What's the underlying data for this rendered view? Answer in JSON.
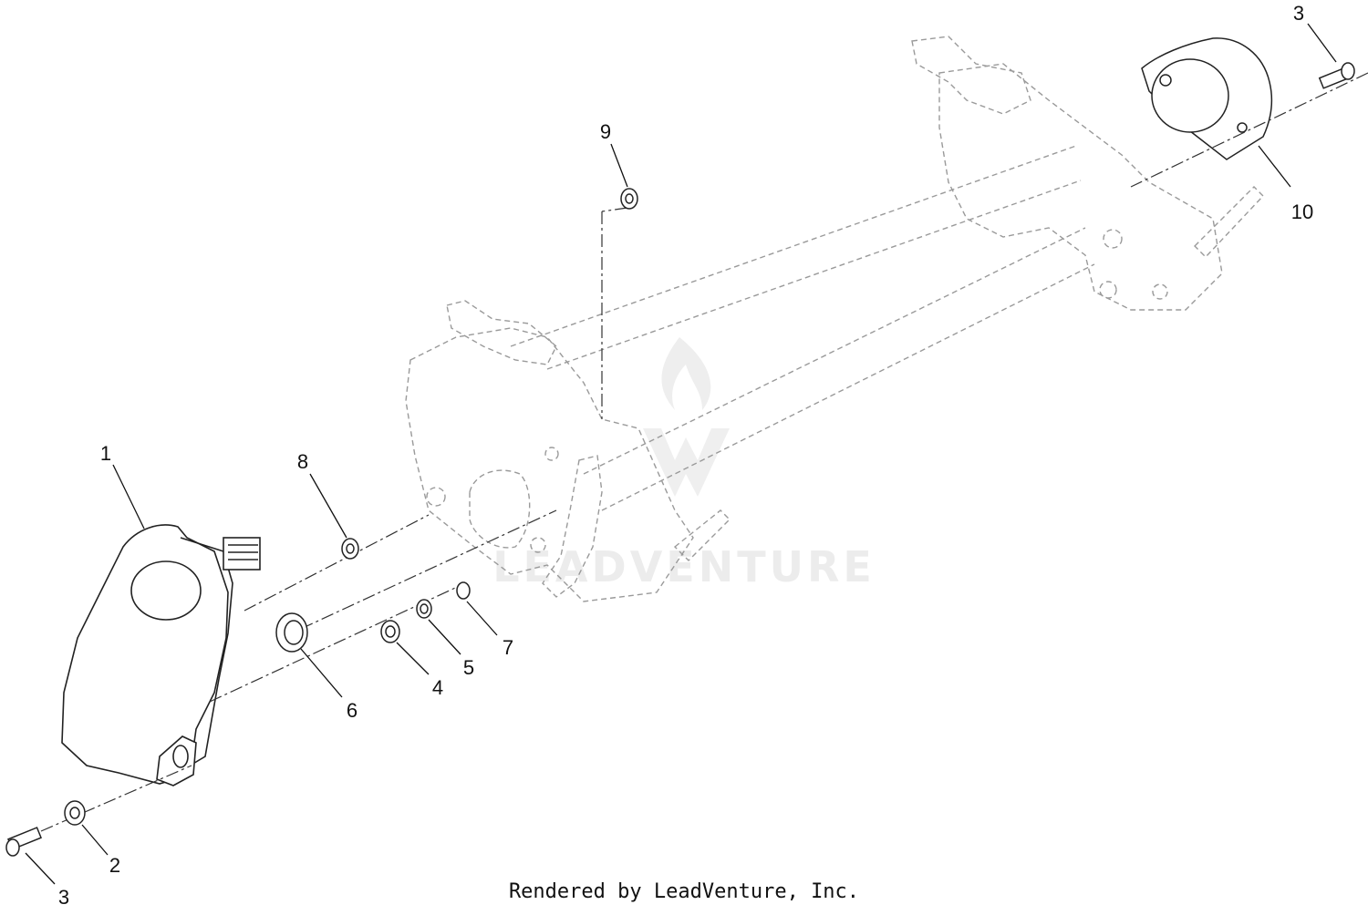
{
  "callouts": [
    "1",
    "2",
    "3",
    "3",
    "4",
    "5",
    "6",
    "7",
    "8",
    "9",
    "10"
  ],
  "watermark": "LEADVENTURE",
  "footer": "Rendered by LeadVenture, Inc."
}
